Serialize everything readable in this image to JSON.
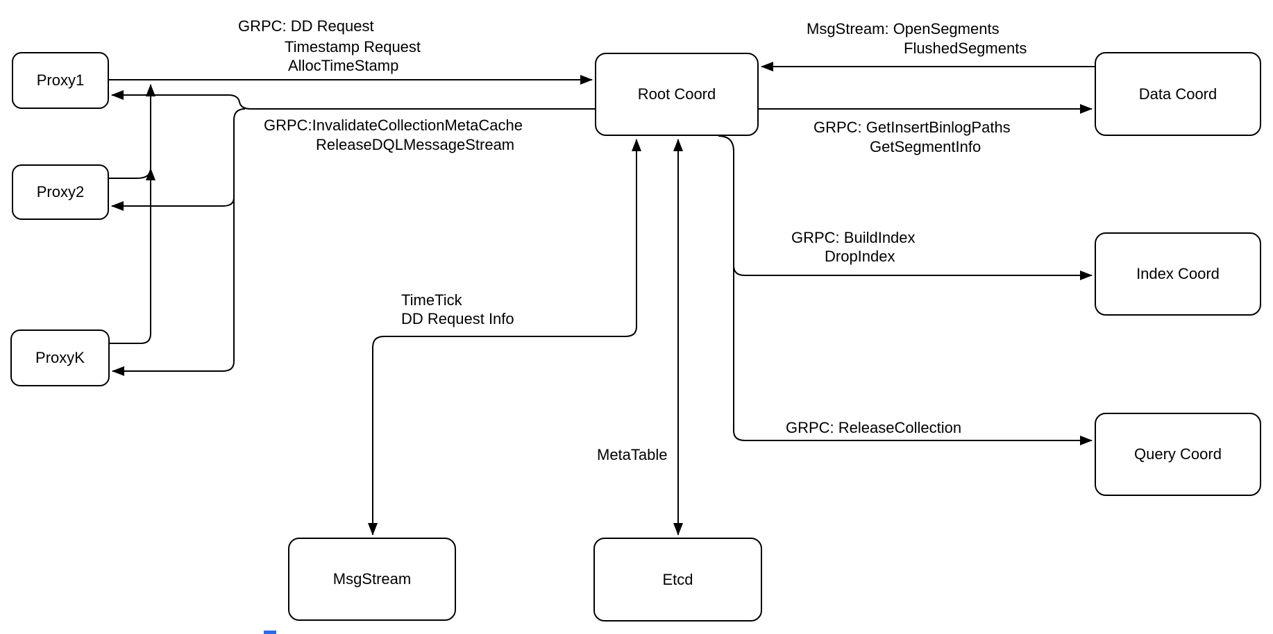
{
  "diagram": {
    "type": "architecture-diagram",
    "colors": {
      "stroke": "#000000",
      "background": "#ffffff",
      "artifact_blue": "#2e6be6"
    },
    "nodes": {
      "proxy1": {
        "label": "Proxy1"
      },
      "proxy2": {
        "label": "Proxy2"
      },
      "proxyk": {
        "label": "ProxyK"
      },
      "root_coord": {
        "label": "Root Coord"
      },
      "data_coord": {
        "label": "Data Coord"
      },
      "index_coord": {
        "label": "Index Coord"
      },
      "query_coord": {
        "label": "Query Coord"
      },
      "msgstream": {
        "label": "MsgStream"
      },
      "etcd": {
        "label": "Etcd"
      }
    },
    "edge_labels": {
      "proxy_to_root": {
        "lines": [
          "GRPC: DD Request",
          "Timestamp Request",
          "AllocTimeStamp"
        ]
      },
      "root_to_proxy": {
        "lines": [
          "GRPC:InvalidateCollectionMetaCache",
          "ReleaseDQLMessageStream"
        ]
      },
      "data_to_root": {
        "lines": [
          "MsgStream: OpenSegments",
          "FlushedSegments"
        ]
      },
      "root_to_data": {
        "lines": [
          "GRPC: GetInsertBinlogPaths",
          "GetSegmentInfo"
        ]
      },
      "root_to_index": {
        "lines": [
          "GRPC: BuildIndex",
          "DropIndex"
        ]
      },
      "root_to_query": {
        "lines": [
          "GRPC: ReleaseCollection"
        ]
      },
      "root_to_msgstream": {
        "lines": [
          "TimeTick",
          "DD Request Info"
        ]
      },
      "root_to_etcd": {
        "lines": [
          "MetaTable"
        ]
      }
    },
    "edges": [
      {
        "from": "Proxy1",
        "to": "Root Coord",
        "label": "GRPC: DD Request / Timestamp Request / AllocTimeStamp"
      },
      {
        "from": "Proxy2",
        "to": "Root Coord",
        "label": "merges into proxy trunk line"
      },
      {
        "from": "ProxyK",
        "to": "Root Coord",
        "label": "merges into proxy trunk line"
      },
      {
        "from": "Root Coord",
        "to": "Proxy1, Proxy2, ProxyK",
        "label": "GRPC:InvalidateCollectionMetaCache / ReleaseDQLMessageStream"
      },
      {
        "from": "Data Coord",
        "to": "Root Coord",
        "label": "MsgStream: OpenSegments / FlushedSegments"
      },
      {
        "from": "Root Coord",
        "to": "Data Coord",
        "label": "GRPC: GetInsertBinlogPaths / GetSegmentInfo"
      },
      {
        "from": "Root Coord",
        "to": "Index Coord",
        "label": "GRPC: BuildIndex / DropIndex"
      },
      {
        "from": "Root Coord",
        "to": "Query Coord",
        "label": "GRPC: ReleaseCollection"
      },
      {
        "from": "Root Coord",
        "to": "MsgStream",
        "label": "TimeTick / DD Request Info",
        "bidirectional": true
      },
      {
        "from": "Root Coord",
        "to": "Etcd",
        "label": "MetaTable",
        "bidirectional": true
      }
    ]
  }
}
